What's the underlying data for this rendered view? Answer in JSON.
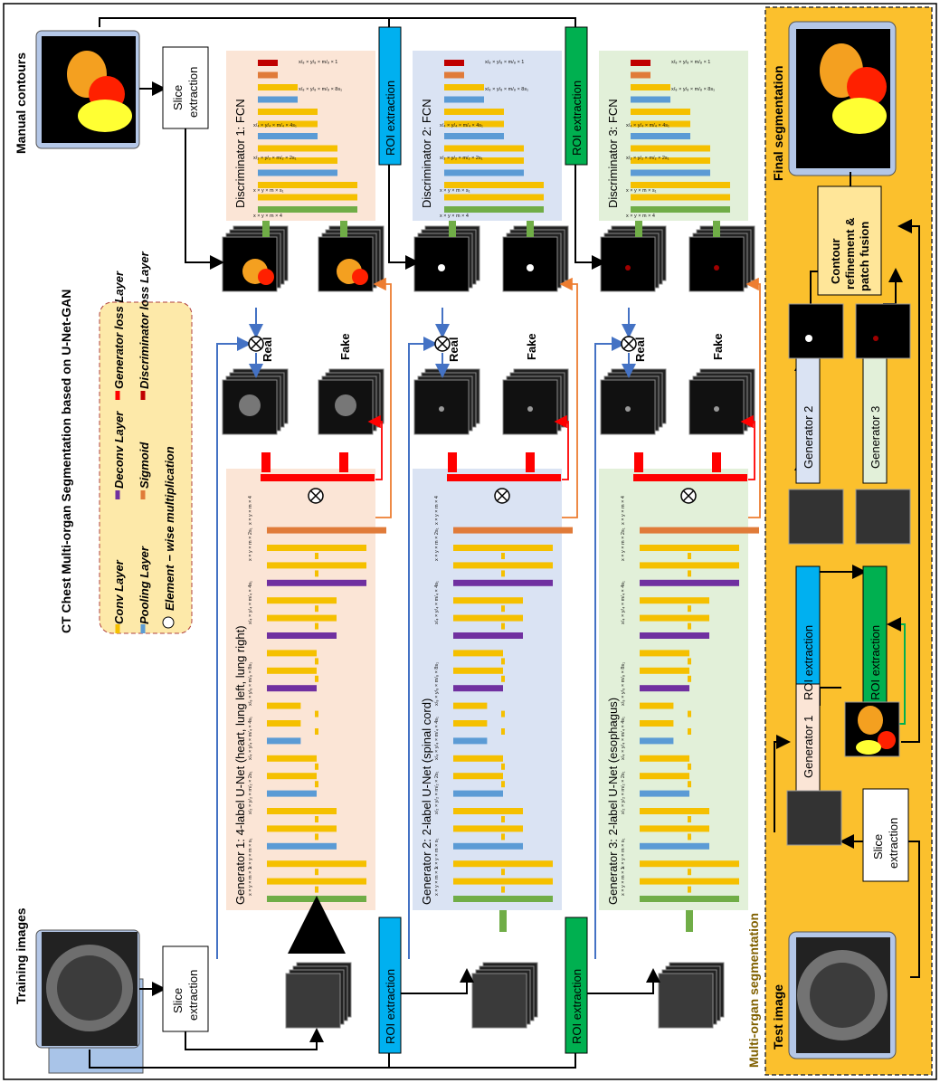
{
  "title": "CT Chest Multi-organ Segmentation based on U-Net-GAN",
  "inputs": {
    "training": "Training images",
    "manual": "Manual contours",
    "test": "Test image",
    "final": "Final segmentation"
  },
  "boxes": {
    "slice": "Slice extraction",
    "slice_line1": "Slice",
    "slice_line2": "extraction",
    "roi": "ROI extraction",
    "contour_line1": "Contour",
    "contour_line2": "refinement &",
    "contour_line3": "patch fusion"
  },
  "generators": [
    {
      "label": "Generator 1: 4-label U-Net (heart, lung left, lung right)",
      "short": "Generator 1"
    },
    {
      "label": "Generator 2: 2-label U-Net (spinal cord)",
      "short": "Generator 2"
    },
    {
      "label": "Generator 3: 2-label U-Net (esophagus)",
      "short": "Generator 3"
    }
  ],
  "discriminators": [
    {
      "label": "Discriminator 1: FCN"
    },
    {
      "label": "Discriminator 2: FCN"
    },
    {
      "label": "Discriminator 3: FCN"
    }
  ],
  "real_label": "Real",
  "fake_label": "Fake",
  "multi_organ_label": "Multi-organ segmentation",
  "legend": {
    "conv": "Conv Layer",
    "deconv": "Deconv Layer",
    "gen_loss": "Generator loss Layer",
    "pool": "Pooling Layer",
    "sigmoid": "Sigmoid",
    "disc_loss": "Discriminator loss Layer",
    "elementwise": "Element − wise multiplication"
  },
  "dims": {
    "g_in": "x × y × m × 1",
    "g1": "x × y × m × s₁",
    "g2": "x/₂ × y/₂ × m/₂ × 2s₁",
    "g3": "x/₄ × y/₄ × m/₄ × 4s₁",
    "g4": "x/₈ × y/₈ × m/₈ × 8s₁",
    "g_out_a": "x × y × m × 2s₁",
    "g_out_b": "x × y × m × 4",
    "d_in": "x × y × m × 4",
    "d_1": "x × y × m × s₁",
    "d_2": "x/₂ × y/₂ × m/₂ × 2s₁",
    "d_3": "x/₄ × y/₄ × m/₄ × 4s₁",
    "d_4": "x/₈ × y/₈ × m/₈ × 8s₁",
    "d_5": "x/₈ × y/₈ × m/₈ × 1"
  },
  "colors": {
    "conv": "#f5c000",
    "pool": "#5b9bd5",
    "deconv": "#7030a0",
    "sigmoid": "#e07b39",
    "input_bar": "#70ad47",
    "gen_loss": "#ff0000",
    "disc_loss": "#c00000",
    "bg1": "#fbe5d6",
    "bg2": "#dae3f3",
    "bg3": "#e2f0d9",
    "test_panel": "#fbc02d",
    "legend_bg": "#fde9a9",
    "roi_blue": "#00b0f0",
    "roi_green": "#00b050",
    "gen_box1": "#fbe5d6",
    "gen_box2": "#dae3f3",
    "gen_box3": "#e2f0d9"
  }
}
